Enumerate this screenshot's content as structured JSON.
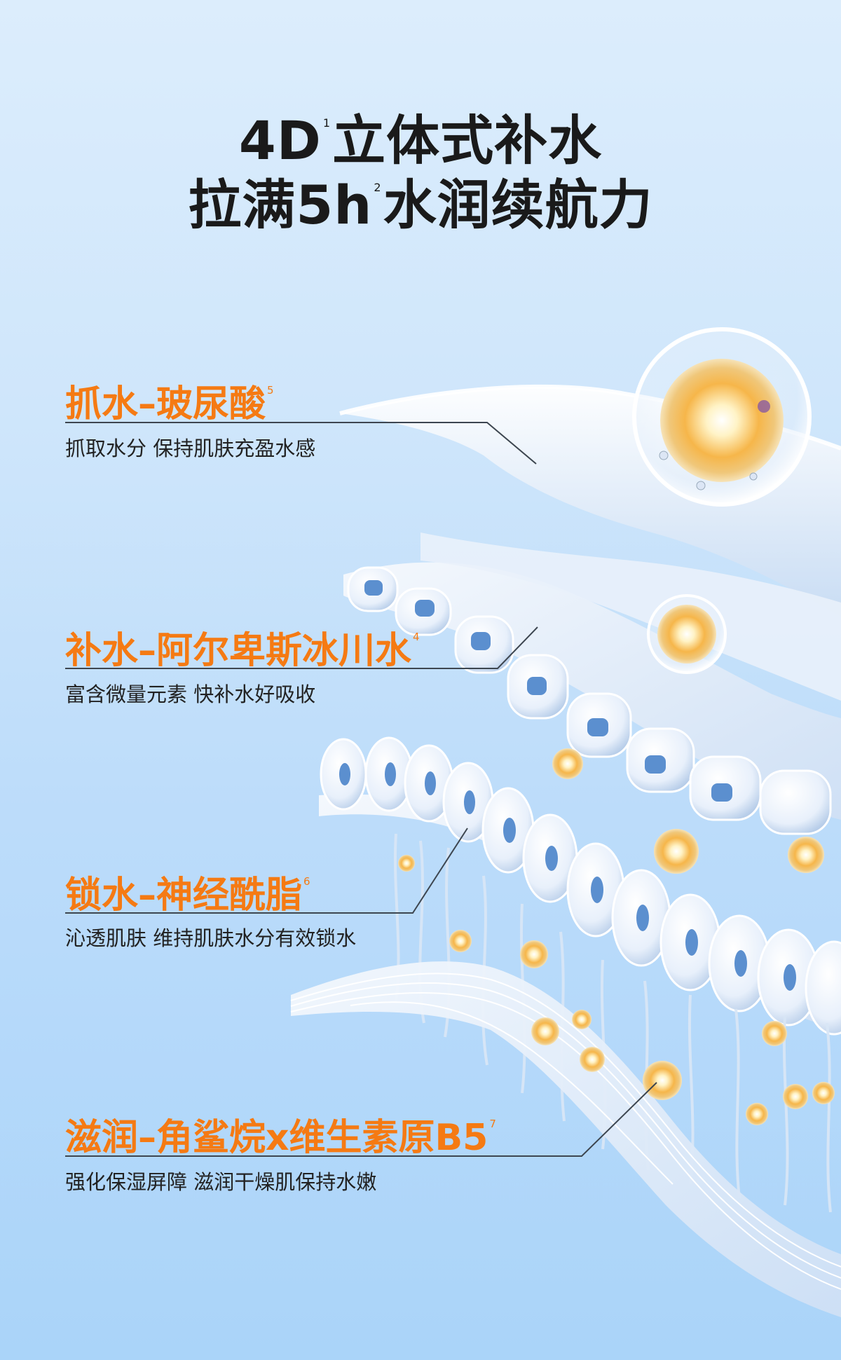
{
  "header": {
    "line1_main_a": "4D",
    "line1_sup": "1",
    "line1_main_b": "立体式补水",
    "line2_main_a": "拉满5h",
    "line2_sup": "2",
    "line2_main_b": "水润续航力"
  },
  "sections": [
    {
      "heading": "抓水–玻尿酸",
      "sup": "5",
      "subtitle": "抓取水分  保持肌肤充盈水感"
    },
    {
      "heading": "补水–阿尔卑斯冰川水",
      "sup": "4",
      "subtitle": "富含微量元素  快补水好吸收"
    },
    {
      "heading": "锁水–神经酰脂",
      "sup": "6",
      "subtitle": "沁透肌肤  维持肌肤水分有效锁水"
    },
    {
      "heading": "滋润–角鲨烷x维生素原B5",
      "sup": "7",
      "subtitle": "强化保湿屏障  滋润干燥肌保持水嫩"
    }
  ],
  "colors": {
    "accent_orange": "#f57a13",
    "title_text": "#1a1a1a",
    "background_top": "#dcedfc",
    "background_bottom": "#aad4f9",
    "leader_line": "#3d4650"
  },
  "illustration": {
    "description": "skin-layer cross-section with water spheres, cells and fibers",
    "icons": [
      "water-sphere-icon",
      "skin-cell-icon",
      "nutrient-orb-icon",
      "collagen-fiber-icon"
    ]
  }
}
